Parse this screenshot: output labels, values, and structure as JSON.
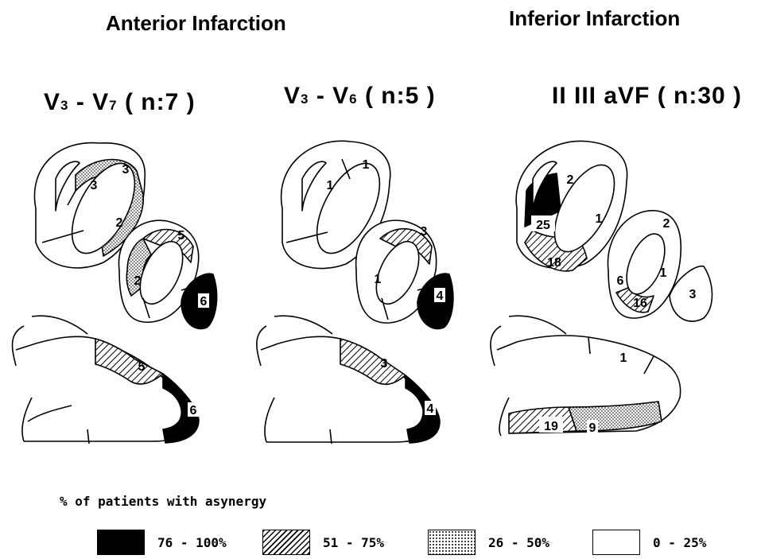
{
  "headers": {
    "anterior": "Anterior Infarction",
    "inferior": "Inferior Infarction"
  },
  "panels": [
    {
      "lead_main": "V",
      "lead_sub1": "3",
      "lead_mid": " - V",
      "lead_sub2": "7",
      "n_text": " ( n:7 )"
    },
    {
      "lead_main": "V",
      "lead_sub1": "3",
      "lead_mid": " - V",
      "lead_sub2": "6",
      "n_text": " ( n:5 )"
    },
    {
      "lead_main": "II  III  aVF",
      "lead_sub1": "",
      "lead_mid": "",
      "lead_sub2": "",
      "n_text": " ( n:30 )"
    }
  ],
  "segment_values": {
    "p1": {
      "short_ant": "3",
      "short_lat": "3",
      "short_post": "2",
      "mid_top": "5",
      "mid_left": "2",
      "apex": "6",
      "long_ant": "5",
      "long_apex": "6"
    },
    "p2": {
      "short_ant": "1",
      "short_lat": "1",
      "mid_top": "3",
      "mid_left": "1",
      "apex": "4",
      "long_ant": "3",
      "long_apex": "4"
    },
    "p3": {
      "short_top": "2",
      "short_left": "25",
      "short_bottom": "18",
      "short_right": "1",
      "mid_top": "2",
      "mid_left": "6",
      "mid_right": "1",
      "mid_bottom": "16",
      "apex": "3",
      "long_top": "1",
      "long_inf1": "19",
      "long_inf2": "9"
    }
  },
  "legend": {
    "title": "% of patients with asynergy",
    "items": [
      {
        "label": "76 - 100%",
        "pattern": "solid-black"
      },
      {
        "label": "51 - 75%",
        "pattern": "diagonal-hatch"
      },
      {
        "label": "26 - 50%",
        "pattern": "dotted-stipple"
      },
      {
        "label": "0 - 25%",
        "pattern": "blank-white"
      }
    ]
  }
}
